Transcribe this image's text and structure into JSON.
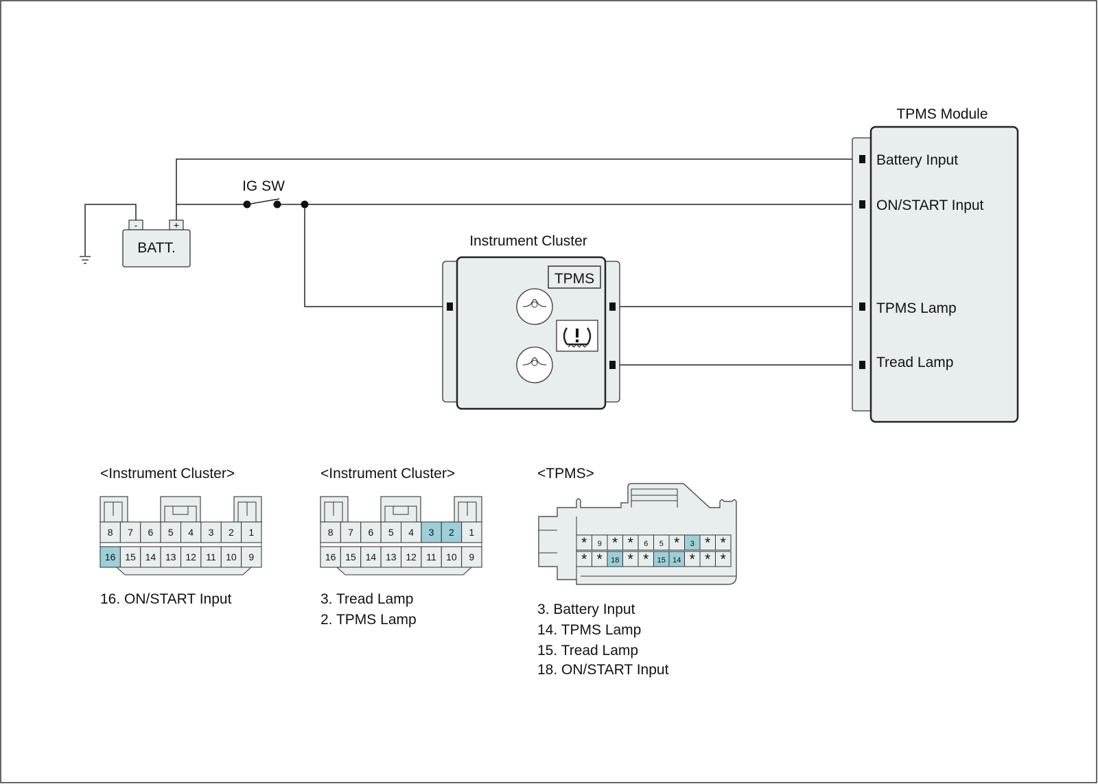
{
  "colors": {
    "box_fill": "#e8eeee",
    "highlight": "#9ccfd7",
    "line": "#222222"
  },
  "battery": {
    "label": "BATT.",
    "neg": "-",
    "pos": "+"
  },
  "switch": {
    "label": "IG SW"
  },
  "cluster": {
    "title": "Instrument Cluster",
    "tpms_label": "TPMS",
    "warning_icon": "tire-pressure-warning-icon",
    "lamp_icon": "bulb-icon"
  },
  "tpms_module": {
    "title": "TPMS Module",
    "pins": [
      "Battery Input",
      "ON/START Input",
      "TPMS Lamp",
      "Tread Lamp"
    ]
  },
  "connectors": [
    {
      "title": "<Instrument Cluster>",
      "top_row": [
        "8",
        "7",
        "6",
        "5",
        "4",
        "3",
        "2",
        "1"
      ],
      "bottom_row": [
        "16",
        "15",
        "14",
        "13",
        "12",
        "11",
        "10",
        "9"
      ],
      "highlighted": [
        "16"
      ],
      "notes": [
        "16. ON/START Input"
      ]
    },
    {
      "title": "<Instrument Cluster>",
      "top_row": [
        "8",
        "7",
        "6",
        "5",
        "4",
        "3",
        "2",
        "1"
      ],
      "bottom_row": [
        "16",
        "15",
        "14",
        "13",
        "12",
        "11",
        "10",
        "9"
      ],
      "highlighted": [
        "3",
        "2"
      ],
      "notes": [
        "3. Tread Lamp",
        "2. TPMS Lamp"
      ]
    },
    {
      "title": "<TPMS>",
      "top_row": [
        "*",
        "9",
        "*",
        "*",
        "6",
        "5",
        "*",
        "3",
        "*",
        "*"
      ],
      "bottom_row": [
        "*",
        "*",
        "18",
        "*",
        "*",
        "15",
        "14",
        "*",
        "*",
        "*"
      ],
      "highlighted": [
        "3",
        "18",
        "15",
        "14"
      ],
      "notes": [
        "3. Battery Input",
        "14. TPMS Lamp",
        "15. Tread Lamp",
        "18. ON/START Input"
      ]
    }
  ]
}
